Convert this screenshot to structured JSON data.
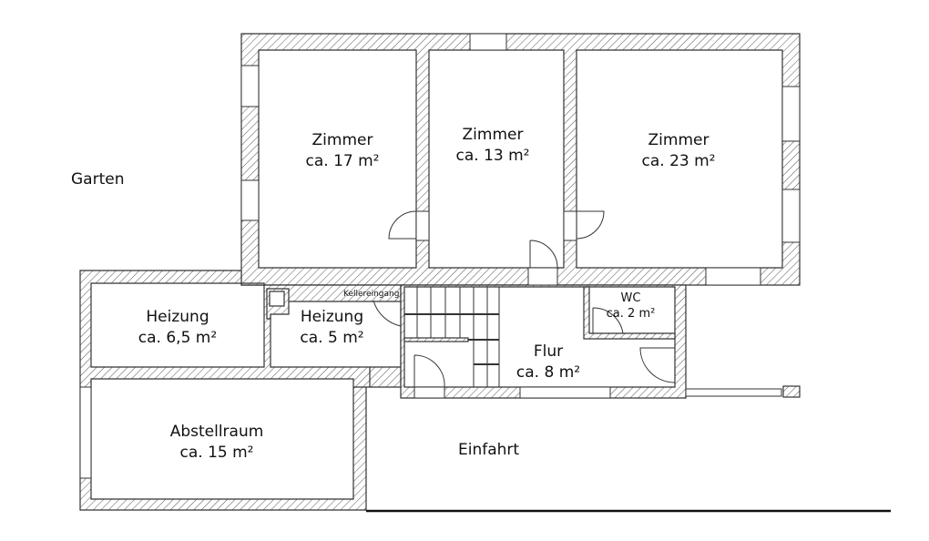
{
  "plan": {
    "type": "floor-plan",
    "colors": {
      "wall_outline": "#333333",
      "hatch": "#555555",
      "background": "#ffffff",
      "text": "#111111"
    },
    "outside_labels": {
      "garden": "Garten",
      "driveway": "Einfahrt"
    },
    "rooms": [
      {
        "id": "zimmer-1",
        "name": "Zimmer",
        "area": "ca. 17 m²"
      },
      {
        "id": "zimmer-2",
        "name": "Zimmer",
        "area": "ca. 13 m²"
      },
      {
        "id": "zimmer-3",
        "name": "Zimmer",
        "area": "ca. 23 m²"
      },
      {
        "id": "heizung-1",
        "name": "Heizung",
        "area": "ca. 6,5 m²"
      },
      {
        "id": "heizung-2",
        "name": "Heizung",
        "area": "ca. 5 m²"
      },
      {
        "id": "wc",
        "name": "WC",
        "area": "ca. 2 m²"
      },
      {
        "id": "flur",
        "name": "Flur",
        "area": "ca. 8 m²"
      },
      {
        "id": "abstellraum",
        "name": "Abstellraum",
        "area": "ca. 15 m²"
      }
    ],
    "annotations": {
      "cellar_entrance": "Kellereingang"
    }
  }
}
